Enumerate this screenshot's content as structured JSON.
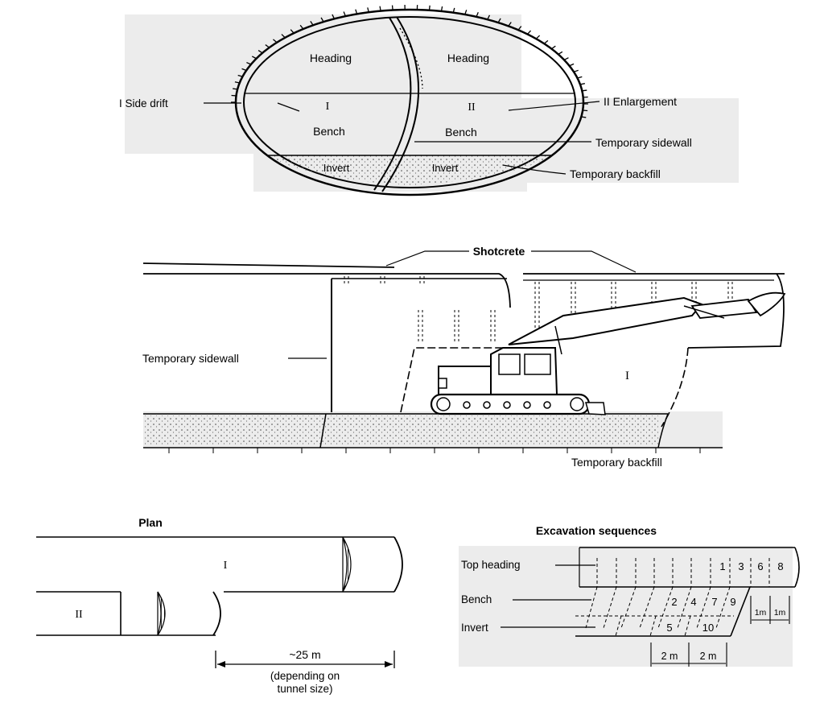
{
  "cross_section": {
    "heading_left": "Heading",
    "heading_right": "Heading",
    "roman_one": "I",
    "roman_two": "II",
    "bench_left": "Bench",
    "bench_right": "Bench",
    "invert_left": "Invert",
    "invert_right": "Invert",
    "side_drift": "I Side drift",
    "enlargement": "II Enlargement",
    "temp_sidewall": "Temporary sidewall",
    "temp_backfill": "Temporary backfill"
  },
  "long_section": {
    "shotcrete": "Shotcrete",
    "temp_sidewall": "Temporary sidewall",
    "roman_one": "I",
    "temp_backfill": "Temporary backfill"
  },
  "plan": {
    "title": "Plan",
    "roman_one": "I",
    "roman_two": "II",
    "distance": "~25 m",
    "note_line1": "(depending on",
    "note_line2": "tunnel size)"
  },
  "excavation": {
    "title": "Excavation sequences",
    "top_heading": "Top heading",
    "bench": "Bench",
    "invert": "Invert",
    "seq_top": [
      "1",
      "3",
      "6",
      "8"
    ],
    "seq_bench": [
      "2",
      "4",
      "7",
      "9"
    ],
    "seq_invert": [
      "5",
      "10"
    ],
    "dim_1m_a": "1m",
    "dim_1m_b": "1m",
    "dim_2m_a": "2 m",
    "dim_2m_b": "2 m"
  }
}
